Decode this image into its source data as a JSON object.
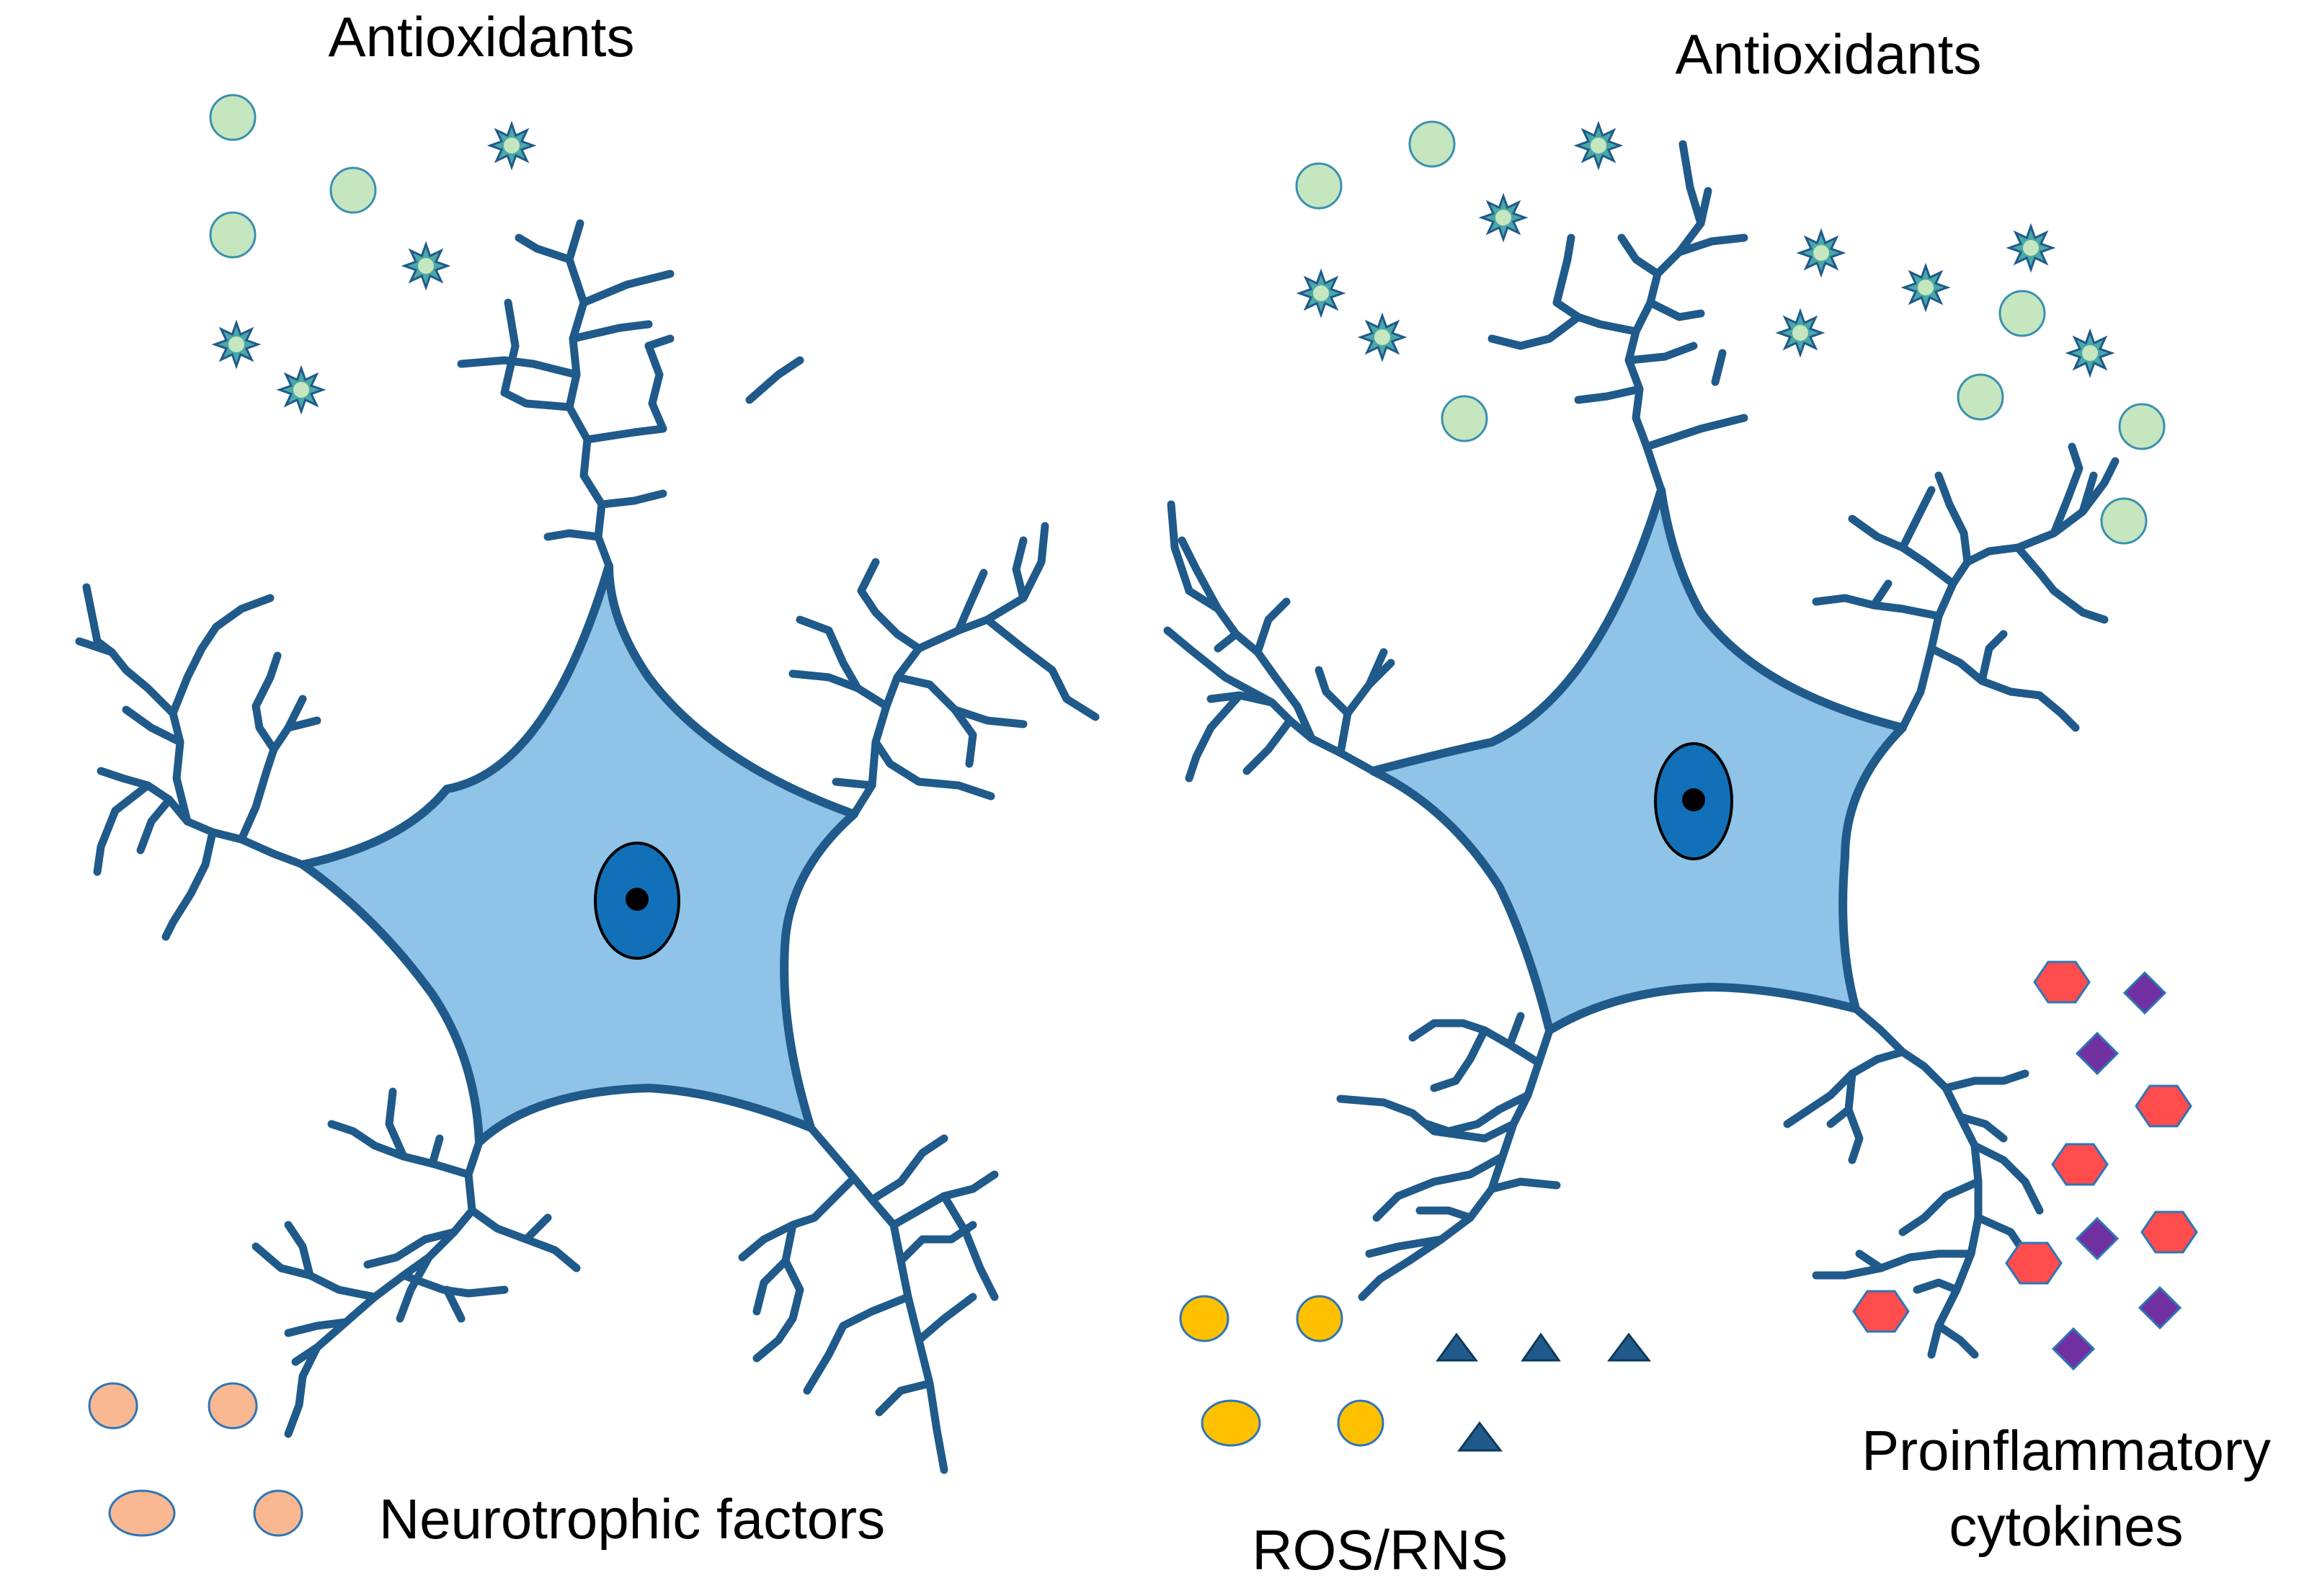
{
  "colors": {
    "membrane": "#1f5a8a",
    "cytoplasm": "#8fc3e8",
    "nucleus": "#1270b8",
    "nucleolus": "#000000",
    "antioxidant_circle": "#c6e6bf",
    "antioxidant_star": "#4aa8a8",
    "neurotrophic": "#f9b891",
    "ros_circle": "#ffc000",
    "ros_triangle": "#1f5a8a",
    "cytokine_hex": "#ff4d4d",
    "cytokine_diamond": "#7030a0"
  },
  "left_panel": {
    "antioxidants_label": "Antioxidants",
    "neurotrophic_label": "Neurotrophic factors"
  },
  "right_panel": {
    "antioxidants_label": "Antioxidants",
    "ros_label": "ROS/RNS",
    "cytokines_label_line1": "Proinflammatory",
    "cytokines_label_line2": "cytokines"
  }
}
